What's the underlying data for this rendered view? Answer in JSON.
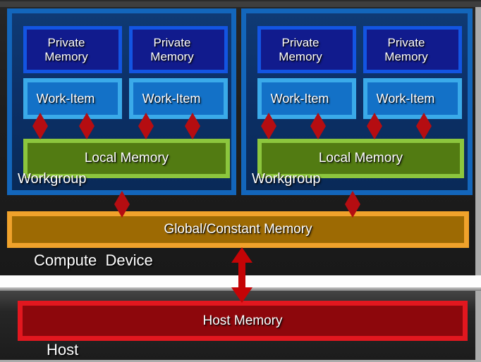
{
  "labels": {
    "private_memory": "Private Memory",
    "work_item": "Work-Item",
    "local_memory": "Local Memory",
    "workgroup": "Workgroup",
    "global_constant_memory": "Global/Constant Memory",
    "compute_device": "Compute  Device",
    "host_memory": "Host Memory",
    "host": "Host"
  },
  "colors": {
    "device_background": "#1f1f1f",
    "workgroup_border": "#1366bb",
    "workgroup_fill": "#0c3067",
    "private_memory_border": "#1355e2",
    "private_memory_fill": "#111b8d",
    "work_item_border": "#3aaae9",
    "work_item_fill": "#1371c7",
    "local_memory_border": "#8cc63d",
    "local_memory_fill": "#527b12",
    "global_memory_border": "#f0a22b",
    "global_memory_fill": "#9d6a03",
    "host_memory_border": "#e2171f",
    "host_memory_fill": "#8d070c",
    "connector_diamond_red": "#b50d11",
    "arrow_red": "#c40406"
  },
  "connectors": {
    "work_item_to_local_diamonds": 8,
    "workgroup_to_global_diamonds": 2,
    "global_to_host_arrow": "double-headed vertical arrow"
  }
}
